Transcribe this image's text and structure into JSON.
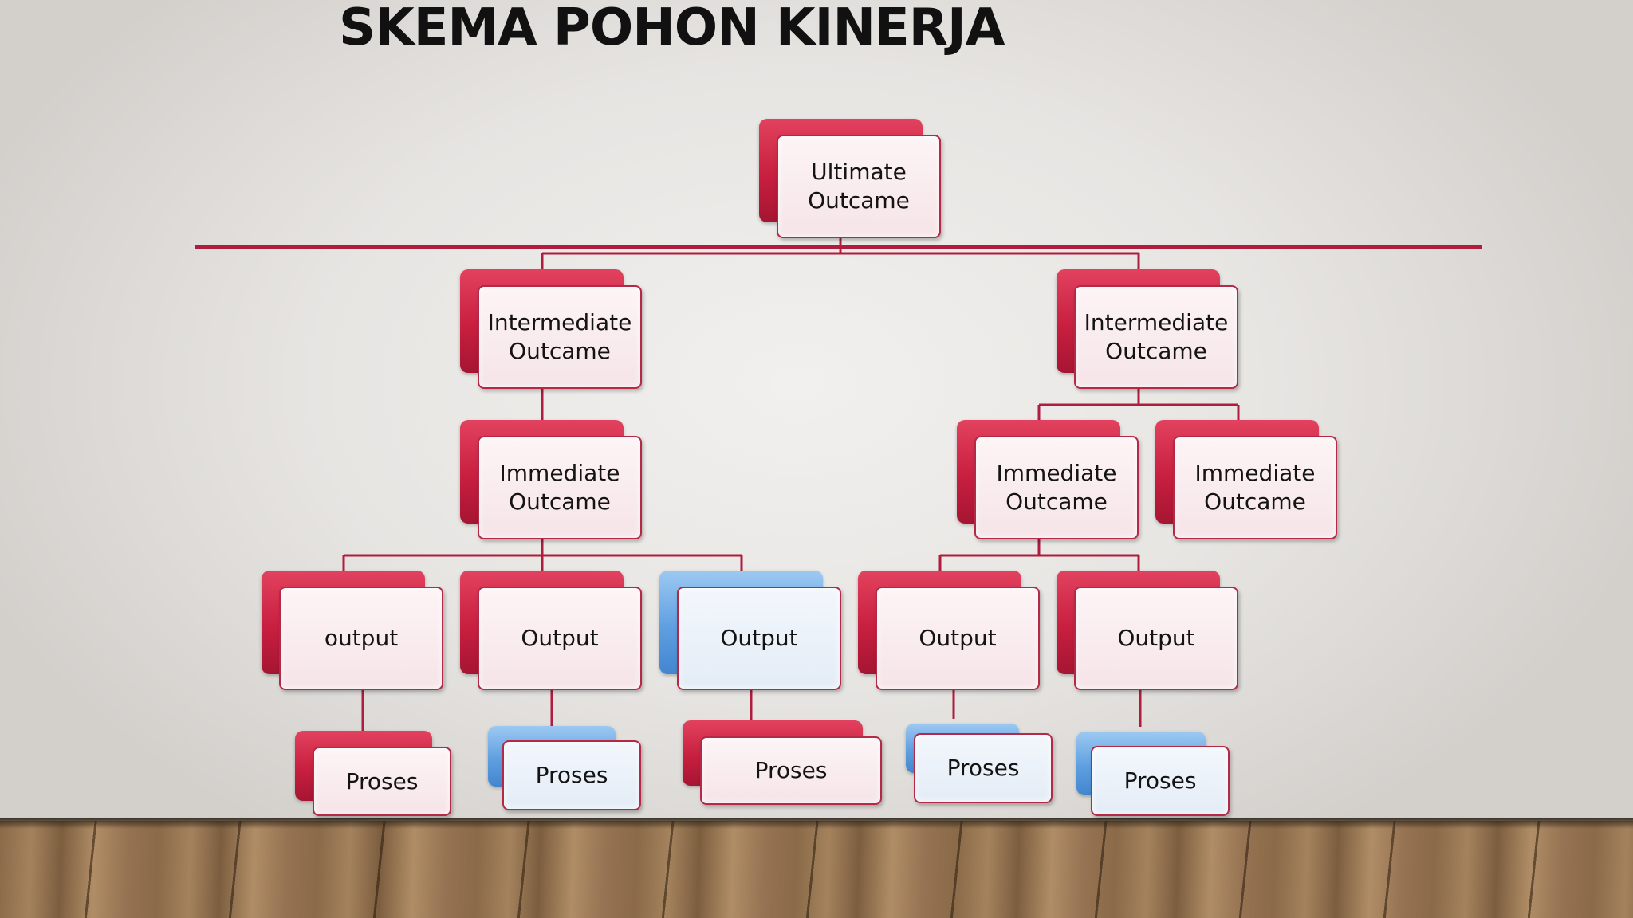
{
  "title": "SKEMA POHON KINERJA",
  "colors": {
    "accent_red": "#c81f3f",
    "accent_blue": "#5f9fe0",
    "line": "#b01c3e"
  },
  "diagram": {
    "ultimate": {
      "line1": "Ultimate",
      "line2": "Outcame"
    },
    "intermediate": [
      {
        "line1": "Intermediate",
        "line2": "Outcame"
      },
      {
        "line1": "Intermediate",
        "line2": "Outcame"
      }
    ],
    "immediate": [
      {
        "line1": "Immediate",
        "line2": "Outcame"
      },
      {
        "line1": "Immediate",
        "line2": "Outcame"
      },
      {
        "line1": "Immediate",
        "line2": "Outcame"
      }
    ],
    "outputs": [
      {
        "label": "output",
        "color": "red"
      },
      {
        "label": "Output",
        "color": "red"
      },
      {
        "label": "Output",
        "color": "blue"
      },
      {
        "label": "Output",
        "color": "red"
      },
      {
        "label": "Output",
        "color": "red"
      }
    ],
    "proses": [
      {
        "label": "Proses",
        "color": "red"
      },
      {
        "label": "Proses",
        "color": "blue"
      },
      {
        "label": "Proses",
        "color": "red"
      },
      {
        "label": "Proses",
        "color": "blue"
      },
      {
        "label": "Proses",
        "color": "blue"
      }
    ]
  }
}
